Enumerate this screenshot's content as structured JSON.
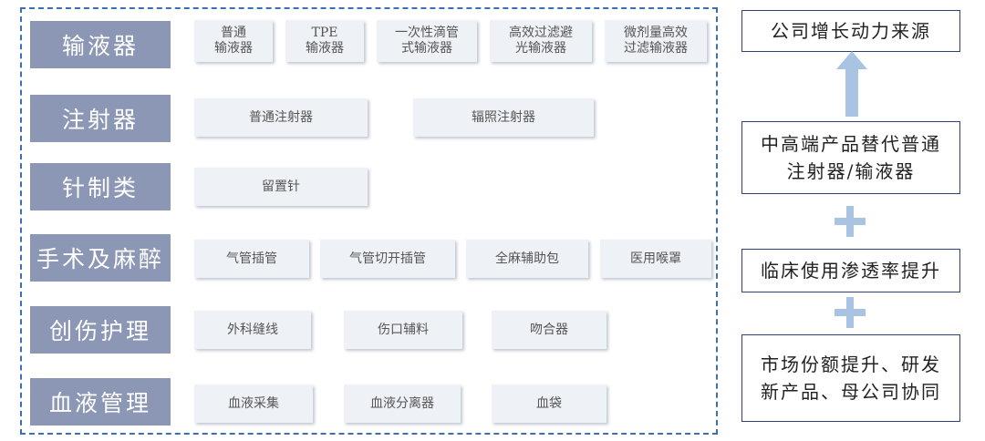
{
  "categories": [
    {
      "label": "输液器",
      "items": [
        "普通\n输液器",
        "TPE\n输液器",
        "一次性滴管\n式输液器",
        "高效过滤避\n光输液器",
        "微剂量高效\n过滤输液器"
      ]
    },
    {
      "label": "注射器",
      "items": [
        "普通注射器",
        "辐照注射器"
      ]
    },
    {
      "label": "针制类",
      "items": [
        "留置针"
      ]
    },
    {
      "label": "手术及麻醉",
      "items": [
        "气管插管",
        "气管切开插管",
        "全麻辅助包",
        "医用喉罩"
      ]
    },
    {
      "label": "创伤护理",
      "items": [
        "外科缝线",
        "伤口辅料",
        "吻合器"
      ]
    },
    {
      "label": "血液管理",
      "items": [
        "血液采集",
        "血液分离器",
        "血袋"
      ]
    }
  ],
  "growth": {
    "title": "公司增长动力来源",
    "driver1": "中高端产品替代普通\n注射器/输液器",
    "driver2": "临床使用渗透率提升",
    "driver3": "市场份额提升、研发\n新产品、母公司协同"
  },
  "colors": {
    "frame": "#3d6fb6",
    "category_fill": "#8c97b5",
    "item_fill": "#eef1f6",
    "arrow_plus": "#a9c3e2",
    "box_border": "#2f3f73"
  },
  "icons": [
    "up-arrow-icon",
    "plus-icon"
  ]
}
